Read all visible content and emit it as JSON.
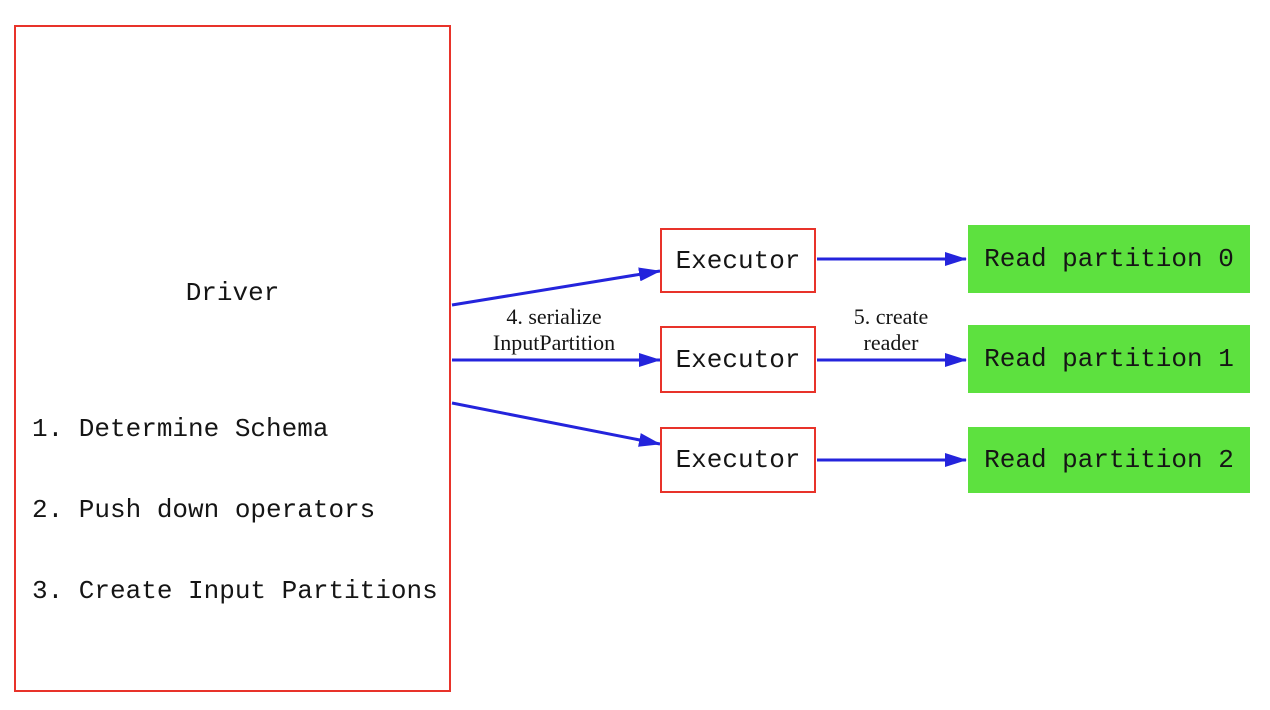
{
  "colors": {
    "box_border_red": "#e8332a",
    "arrow_blue": "#2424dc",
    "partition_green": "#5de13f",
    "text_black": "#151515"
  },
  "driver": {
    "title": "Driver",
    "steps": [
      "1. Determine Schema",
      "2. Push down operators",
      "3. Create Input Partitions"
    ]
  },
  "executors": [
    {
      "label": "Executor"
    },
    {
      "label": "Executor"
    },
    {
      "label": "Executor"
    }
  ],
  "partitions": [
    {
      "label": "Read partition 0"
    },
    {
      "label": "Read partition 1"
    },
    {
      "label": "Read partition 2"
    }
  ],
  "edge_labels": {
    "serialize_line1": "4. serialize",
    "serialize_line2": "InputPartition",
    "create_reader_line1": "5. create",
    "create_reader_line2": "reader"
  }
}
